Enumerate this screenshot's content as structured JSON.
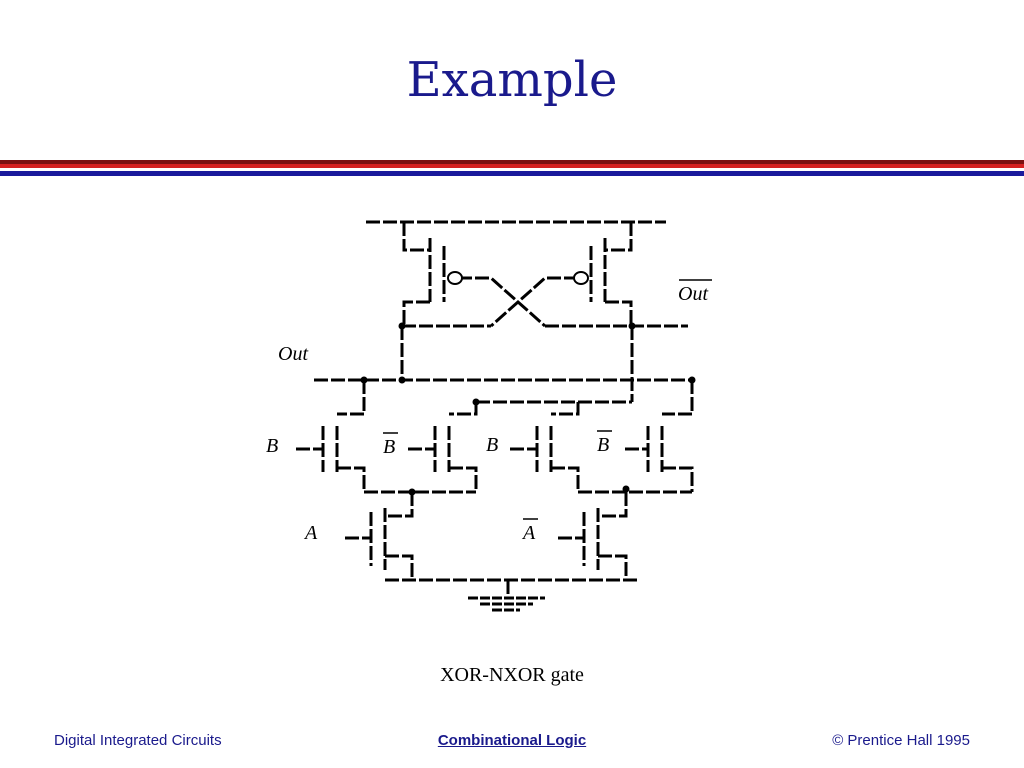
{
  "slide": {
    "title": "Example",
    "caption": "XOR-NXOR gate"
  },
  "diagram": {
    "labels": {
      "out": "Out",
      "out_bar": "Out",
      "b1": "B",
      "b_bar1": "B",
      "b2": "B",
      "b_bar2": "B",
      "a": "A",
      "a_bar": "A"
    }
  },
  "footer": {
    "left": "Digital Integrated Circuits",
    "center": "Combinational Logic",
    "right": "© Prentice Hall 1995"
  },
  "colors": {
    "title": "#1a1a8c",
    "bar_dark_red": "#7a1010",
    "bar_red": "#d41f1f",
    "bar_blue": "#1a1a9c"
  }
}
